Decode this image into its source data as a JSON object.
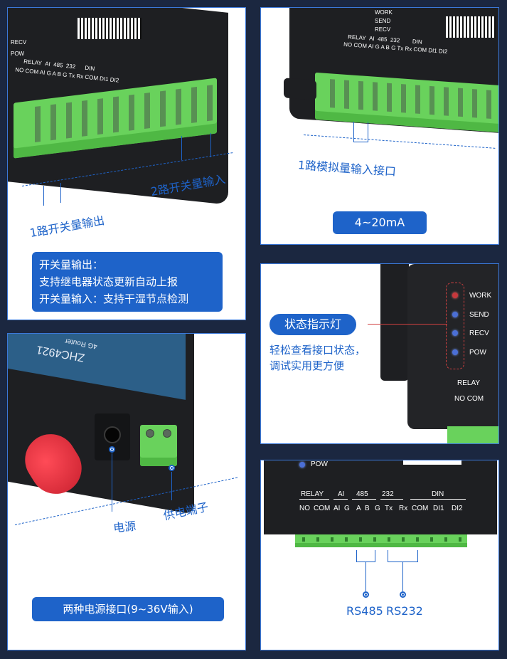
{
  "panel1": {
    "callout_output": "1路开关量输出",
    "callout_input": "2路开关量输入",
    "badge_lines": [
      "开关量输出：",
      "支持继电器状态更新自动上报",
      "开关量输入：支持干湿节点检测"
    ],
    "device_labels": [
      "RELAY",
      "AI",
      "485",
      "232",
      "DIN"
    ],
    "pin_labels": "NO COM AI G A B G Tx Rx COM DI1 DI2",
    "led_labels": [
      "RECV",
      "POW"
    ]
  },
  "panel2": {
    "callout_analog": "1路模拟量输入接口",
    "badge": "4~20mA",
    "device_labels": [
      "RELAY",
      "AI",
      "485",
      "232",
      "DIN"
    ],
    "pin_labels": "NO COM AI G A B G Tx Rx COM DI1 DI2",
    "led_labels": [
      "WORK",
      "SEND",
      "RECV"
    ]
  },
  "panel3": {
    "badge": "状态指示灯",
    "desc_lines": [
      "轻松查看接口状态，",
      "调试实用更方便"
    ],
    "leds": [
      {
        "label": "WORK",
        "color": "#c8383c"
      },
      {
        "label": "SEND",
        "color": "#3f6ad8"
      },
      {
        "label": "RECV",
        "color": "#3f6ad8"
      },
      {
        "label": "POW",
        "color": "#3f6ad8"
      }
    ],
    "relay_label": "RELAY",
    "relay_pins": "NO COM"
  },
  "panel4": {
    "callout_power": "电源",
    "callout_terminal": "供电端子",
    "badge": "两种电源接口(9~36V输入)",
    "device_text": "ZHC4921",
    "device_sub": "4G Router"
  },
  "panel5": {
    "led_label": "POW",
    "groups": [
      {
        "name": "RELAY",
        "pins": [
          "NO",
          "COM"
        ]
      },
      {
        "name": "AI",
        "pins": [
          "AI",
          "G"
        ]
      },
      {
        "name": "485",
        "pins": [
          "A",
          "B",
          "G"
        ]
      },
      {
        "name": "232",
        "pins": [
          "Tx",
          "Rx"
        ]
      },
      {
        "name": "DIN",
        "pins": [
          "COM",
          "DI1",
          "DI2"
        ]
      }
    ],
    "callout_rs485": "RS485",
    "callout_rs232": "RS232"
  },
  "colors": {
    "accent": "#1e63c9",
    "border": "#3b78d8",
    "background": "#1b2740",
    "terminal_green": "#69d25c",
    "device_body": "#1e1f22"
  }
}
